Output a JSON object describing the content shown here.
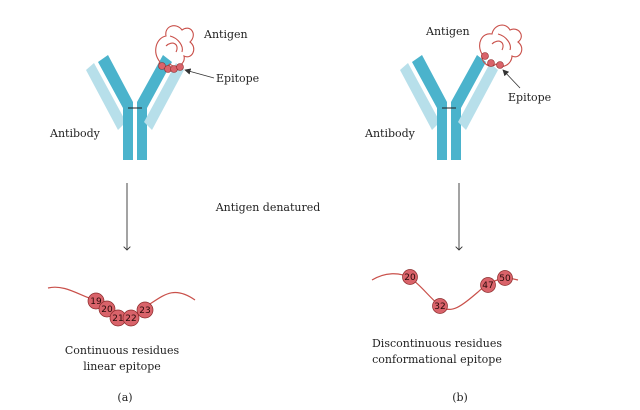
{
  "diagram": {
    "left_panel": {
      "antigen_label": "Antigen",
      "epitope_label": "Epitope",
      "antibody_label": "Antibody",
      "residues": [
        "19",
        "20",
        "21",
        "22",
        "23"
      ],
      "caption_line1": "Continuous residues",
      "caption_line2": "linear epitope",
      "panel_label": "(a)"
    },
    "right_panel": {
      "antigen_label": "Antigen",
      "epitope_label": "Epitope",
      "antibody_label": "Antibody",
      "residues": [
        "20",
        "32",
        "47",
        "50"
      ],
      "caption_line1": "Discontinuous residues",
      "caption_line2": "conformational epitope",
      "panel_label": "(b)"
    },
    "center_label": "Antigen denatured",
    "colors": {
      "antibody_heavy": "#4bb3cc",
      "antibody_light": "#b7dfea",
      "antigen_line": "#c9504a",
      "residue_fill": "#d9636a",
      "residue_stroke": "#8a2a2a",
      "arrow": "#333333"
    }
  }
}
